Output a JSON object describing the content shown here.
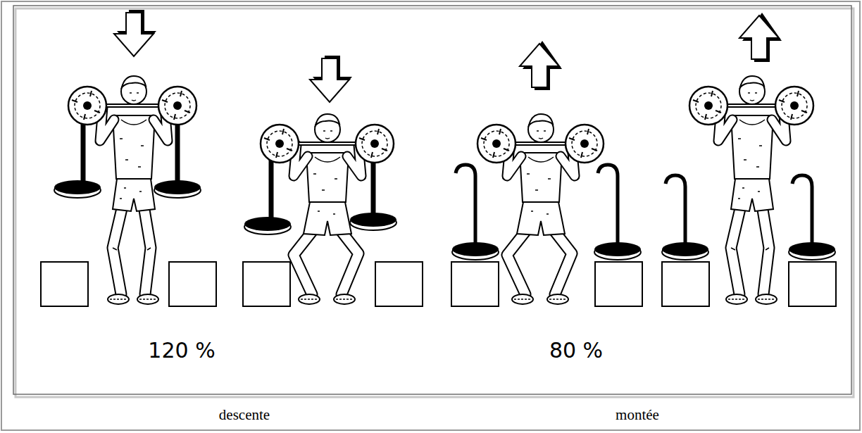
{
  "diagram": {
    "labels": [
      "120 %",
      "80 %",
      "descente",
      "montée"
    ]
  }
}
